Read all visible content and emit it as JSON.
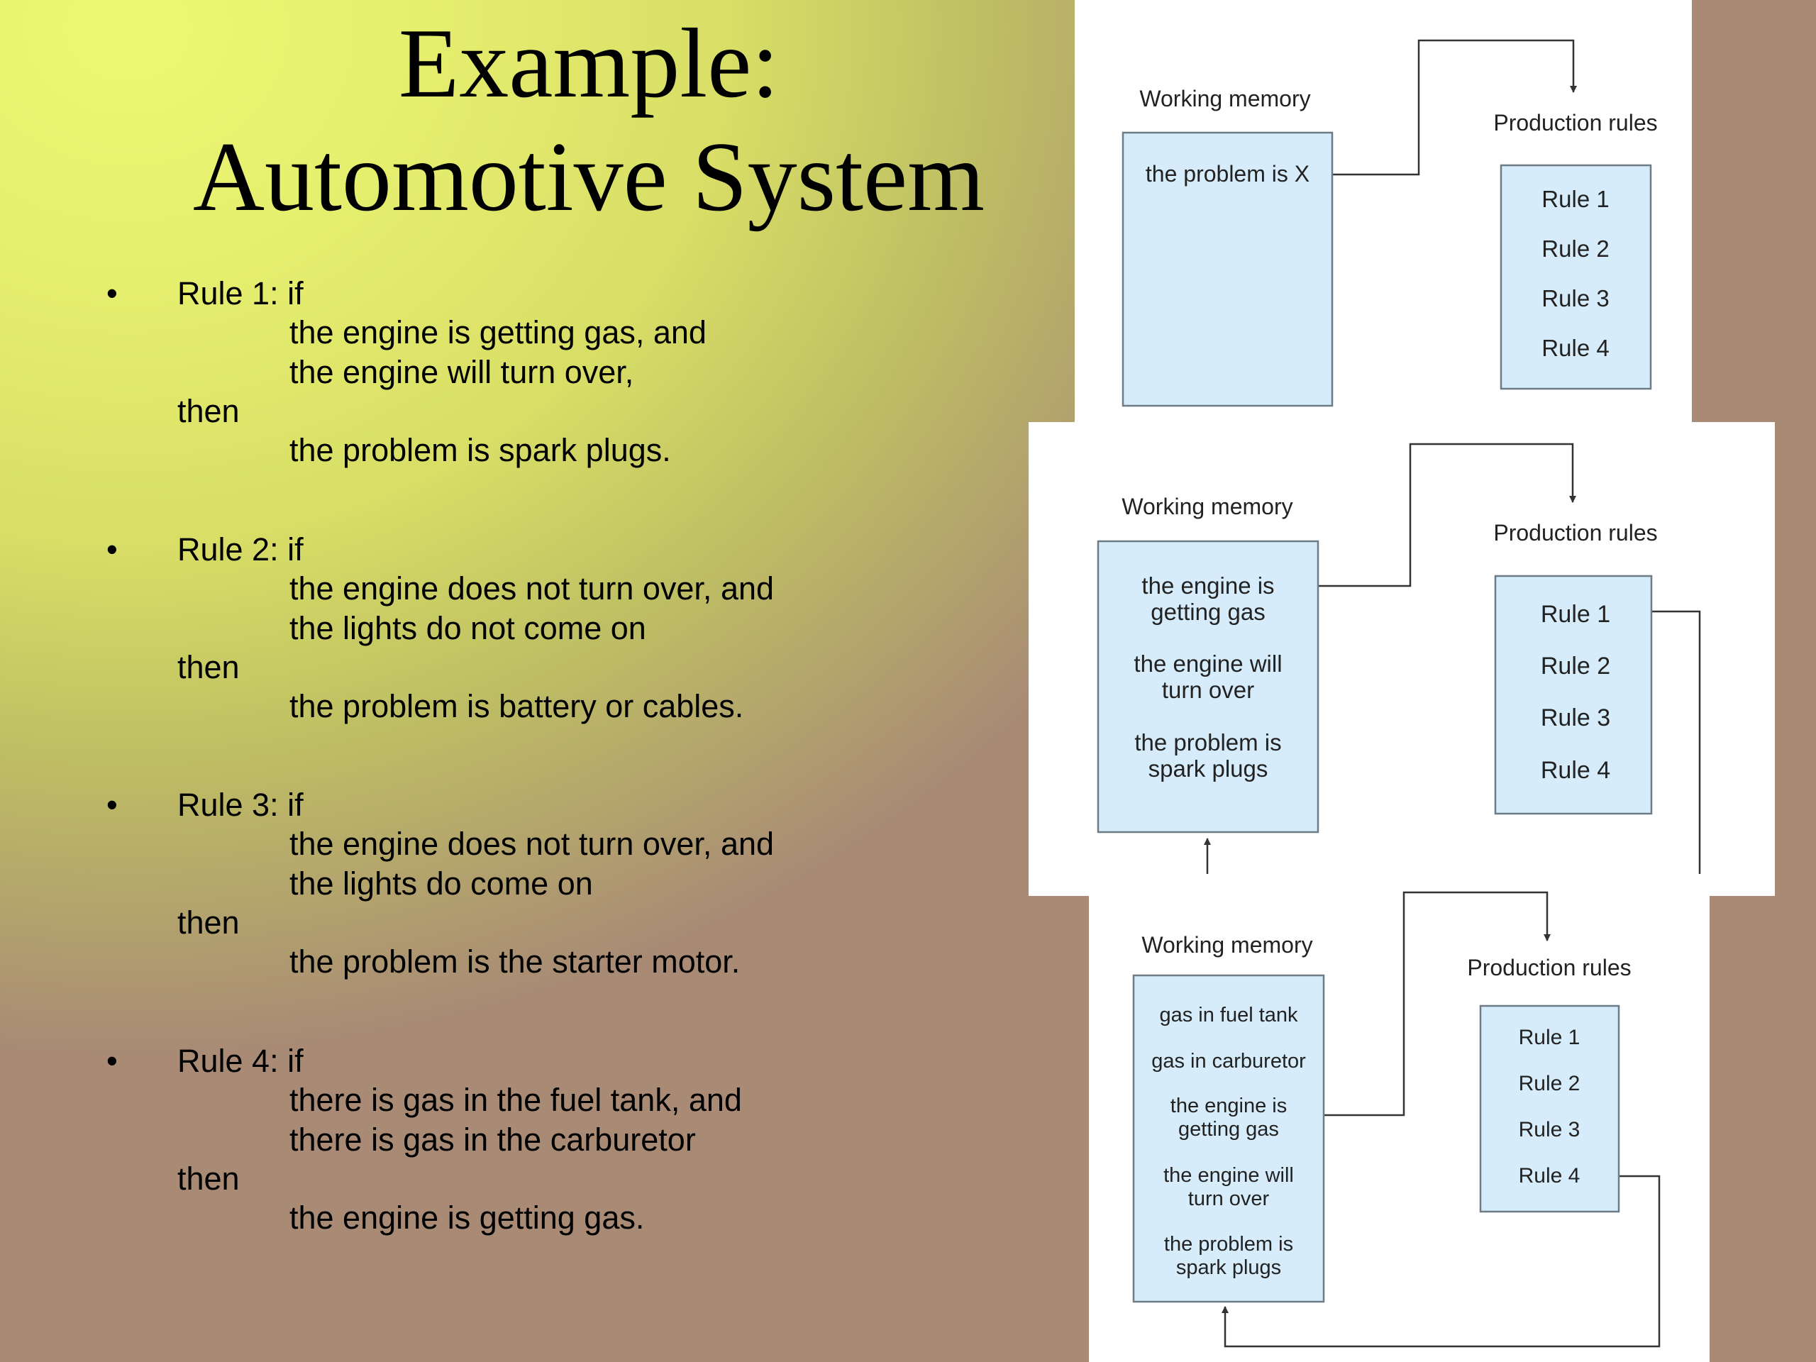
{
  "title": {
    "line1": "Example:",
    "line2": "Automotive System"
  },
  "rules": [
    {
      "head": "Rule 1: if",
      "conds": [
        "the engine is getting gas, and",
        "the engine will turn over,"
      ],
      "then": "then",
      "result": "the problem is spark plugs."
    },
    {
      "head": "Rule 2: if",
      "conds": [
        "the engine does not turn over, and",
        "the lights do not come on"
      ],
      "then": "then",
      "result": "the problem is battery or cables."
    },
    {
      "head": "Rule 3: if",
      "conds": [
        "the engine does not turn over, and",
        "the lights do come on"
      ],
      "then": "then",
      "result": "the problem is the starter motor."
    },
    {
      "head": "Rule 4: if",
      "conds": [
        "there is gas in the fuel tank, and",
        "there is gas in the carburetor"
      ],
      "then": "then",
      "result": "the engine is getting gas."
    }
  ],
  "bullet": "•",
  "diagrams": [
    {
      "wm_title": "Working memory",
      "pr_title": "Production rules",
      "wm_items": [
        [
          "the problem is X"
        ]
      ],
      "pr_items": [
        "Rule 1",
        "Rule 2",
        "Rule 3",
        "Rule 4"
      ]
    },
    {
      "wm_title": "Working memory",
      "pr_title": "Production rules",
      "wm_items": [
        [
          "the engine is",
          "getting gas"
        ],
        [
          "the engine will",
          "turn over"
        ],
        [
          "the problem is",
          "spark plugs"
        ]
      ],
      "pr_items": [
        "Rule 1",
        "Rule 2",
        "Rule 3",
        "Rule 4"
      ]
    },
    {
      "wm_title": "Working memory",
      "pr_title": "Production rules",
      "wm_items": [
        [
          "gas in fuel tank"
        ],
        [
          "gas in carburetor"
        ],
        [
          "the engine is",
          "getting gas"
        ],
        [
          "the engine will",
          "turn over"
        ],
        [
          "the problem is",
          "spark plugs"
        ]
      ],
      "pr_items": [
        "Rule 1",
        "Rule 2",
        "Rule 3",
        "Rule 4"
      ]
    }
  ],
  "colors": {
    "box_fill": "#d6ecfa",
    "box_stroke": "#6d7b86",
    "line": "#333333"
  }
}
